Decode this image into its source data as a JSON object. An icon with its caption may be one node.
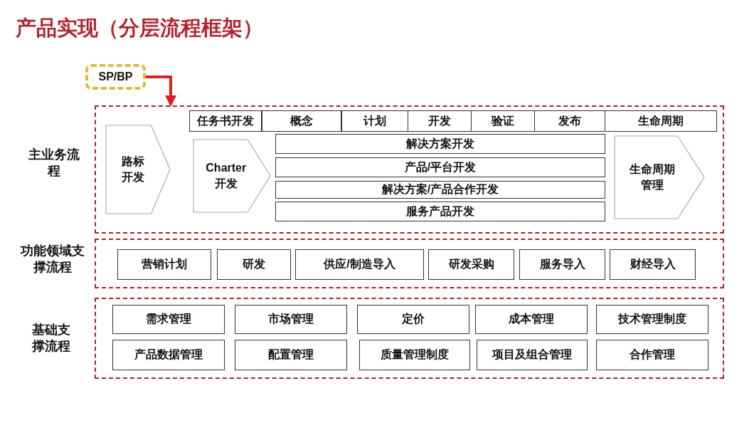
{
  "diagram": {
    "title": "产品实现（分层流程框架）",
    "nodes": [
      {
        "text": [
          "SP/BP"
        ]
      },
      {
        "text": [
          "主业务流程"
        ]
      },
      {
        "text": [
          "路标开发"
        ],
        "in": 1
      },
      {
        "text": [
          "Charter 开发"
        ],
        "in": 1
      },
      {
        "text": [
          "任务书开发"
        ],
        "in": 1
      },
      {
        "text": [
          "概念"
        ],
        "in": 1
      },
      {
        "text": [
          "计划"
        ],
        "in": 1
      },
      {
        "text": [
          "开发"
        ],
        "in": 1
      },
      {
        "text": [
          "验证"
        ],
        "in": 1
      },
      {
        "text": [
          "发布"
        ],
        "in": 1
      },
      {
        "text": [
          "生命周期"
        ],
        "in": 1
      },
      {
        "text": [
          "解决方案开发"
        ],
        "in": 1
      },
      {
        "text": [
          "产品/平台开发"
        ],
        "in": 1
      },
      {
        "text": [
          "解决方案/产品合作开发"
        ],
        "in": 1
      },
      {
        "text": [
          "服务产品开发"
        ],
        "in": 1
      },
      {
        "text": [
          "生命周期管理"
        ],
        "in": 1
      },
      {
        "text": [
          "功能领域支撑流程"
        ]
      },
      {
        "text": [
          "营销计划"
        ],
        "in": 16
      },
      {
        "text": [
          "研发"
        ],
        "in": 16
      },
      {
        "text": [
          "供应/制造导入"
        ],
        "in": 16
      },
      {
        "text": [
          "研发采购"
        ],
        "in": 16
      },
      {
        "text": [
          "服务导入"
        ],
        "in": 16
      },
      {
        "text": [
          "财经导入"
        ],
        "in": 16
      },
      {
        "text": [
          "基础支撑流程"
        ]
      },
      {
        "text": [
          "需求管理"
        ],
        "in": 23
      },
      {
        "text": [
          "市场管理"
        ],
        "in": 23
      },
      {
        "text": [
          "定价"
        ],
        "in": 23
      },
      {
        "text": [
          "成本管理"
        ],
        "in": 23
      },
      {
        "text": [
          "技术管理制度"
        ],
        "in": 23
      },
      {
        "text": [
          "产品数据管理"
        ],
        "in": 23
      },
      {
        "text": [
          "配置管理"
        ],
        "in": 23
      },
      {
        "text": [
          "质量管理制度"
        ],
        "in": 23
      },
      {
        "text": [
          "项目及组合管理"
        ],
        "in": 23
      },
      {
        "text": [
          "合作管理"
        ],
        "in": 23
      }
    ],
    "edges": [
      {
        "from": 0,
        "to": 1,
        "arrow": "to"
      }
    ]
  }
}
